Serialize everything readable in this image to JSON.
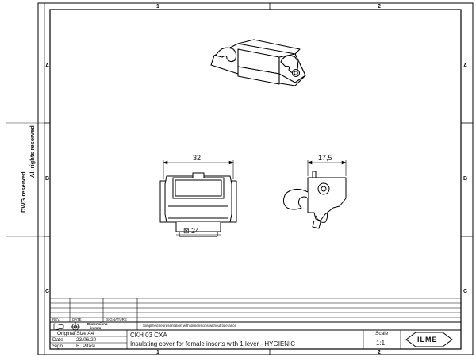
{
  "sheet": {
    "column_labels": [
      "1",
      "2"
    ],
    "row_labels": [
      "A",
      "B",
      "C"
    ],
    "rights_text": [
      "DWG reserved",
      "All rights reserved"
    ]
  },
  "views": {
    "front": {
      "width_dim": "32",
      "base_dim": "24",
      "base_symbol": "⊠"
    },
    "side": {
      "width_dim": "17,5"
    }
  },
  "title_block": {
    "rev_headers": [
      "REV.",
      "DATE",
      "SIGNATURE"
    ],
    "dimensions_note": [
      "Dimensions",
      "in mm"
    ],
    "simplified_note": "Simplified representation with dimensions without tolerance",
    "original_size_label": "Original Size A4",
    "date_label": "Date",
    "date_value": "23/06/20",
    "sign_label": "Sign.",
    "sign_value": "B. Pitasi",
    "part_code": "CKH 03 CXA",
    "description": "Insulating cover for female inserts with 1 lever - HYGIENIC",
    "scale_label": "Scale",
    "scale_value": "1:1",
    "logo_text": "ILME"
  }
}
